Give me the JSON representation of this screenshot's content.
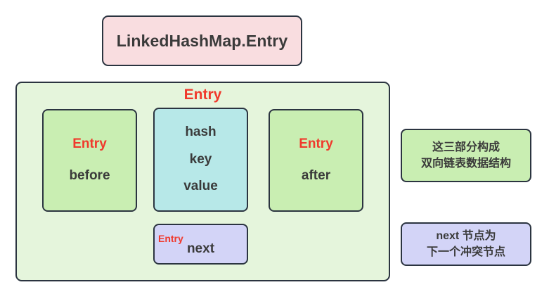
{
  "title_box": {
    "label": "LinkedHashMap.Entry"
  },
  "entry_container": {
    "label": "Entry",
    "fields": {
      "before": {
        "ref_label": "Entry",
        "name": "before"
      },
      "core": {
        "items": [
          "hash",
          "key",
          "value"
        ]
      },
      "after": {
        "ref_label": "Entry",
        "name": "after"
      },
      "next": {
        "ref_label": "Entry",
        "name": "next"
      }
    }
  },
  "notes": {
    "linked_list": {
      "line1": "这三部分构成",
      "line2": "双向链表数据结构"
    },
    "next_node": {
      "line1": "next 节点为",
      "line2": "下一个冲突节点"
    }
  },
  "colors": {
    "title_fill": "#f9dde0",
    "container_fill": "#e5f5dc",
    "green_fill": "#c9eeb2",
    "blue_fill": "#b7e8e8",
    "purple_fill": "#d3d4f7",
    "border": "#2b3440",
    "accent_red": "#f0392c",
    "text_dark": "#3a3a3a"
  }
}
